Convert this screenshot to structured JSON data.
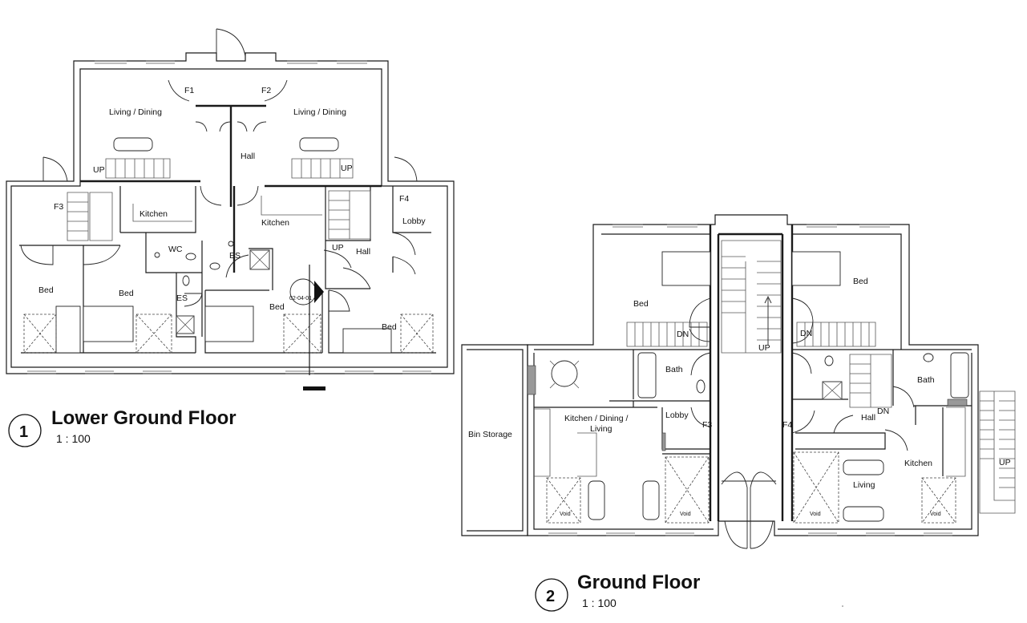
{
  "views": [
    {
      "number": "1",
      "title": "Lower Ground Floor",
      "scale": "1 : 100"
    },
    {
      "number": "2",
      "title": "Ground Floor",
      "scale": "1 : 100"
    }
  ],
  "lower_ground_labels": {
    "f1": "F1",
    "f2": "F2",
    "f3": "F3",
    "f4": "F4",
    "living_dining_left": "Living / Dining",
    "living_dining_right": "Living / Dining",
    "hall_top": "Hall",
    "up_left": "UP",
    "up_right": "UP",
    "kitchen_left": "Kitchen",
    "kitchen_right": "Kitchen",
    "wc": "WC",
    "es_left": "ES",
    "es_right": "ES",
    "lobby": "Lobby",
    "up_hall": "UP",
    "hall_right": "Hall",
    "bed_1": "Bed",
    "bed_2": "Bed",
    "bed_3": "Bed",
    "bed_4": "Bed",
    "section_ref": "02-04-01"
  },
  "ground_labels": {
    "bed_left": "Bed",
    "bed_right": "Bed",
    "dn_left": "DN",
    "dn_right": "DN",
    "up_center": "UP",
    "bath_left": "Bath",
    "bath_right": "Bath",
    "bin_storage": "Bin Storage",
    "kitchen_dining_living": [
      "Kitchen / Dining /",
      "Living"
    ],
    "lobby": "Lobby",
    "f3": "F3",
    "f4": "F4",
    "hall": "Hall",
    "dn_hall": "DN",
    "kitchen": "Kitchen",
    "living": "Living",
    "up_ext": "UP",
    "void_1": "Void",
    "void_2": "Void",
    "void_3": "Void",
    "void_4": "Void"
  }
}
